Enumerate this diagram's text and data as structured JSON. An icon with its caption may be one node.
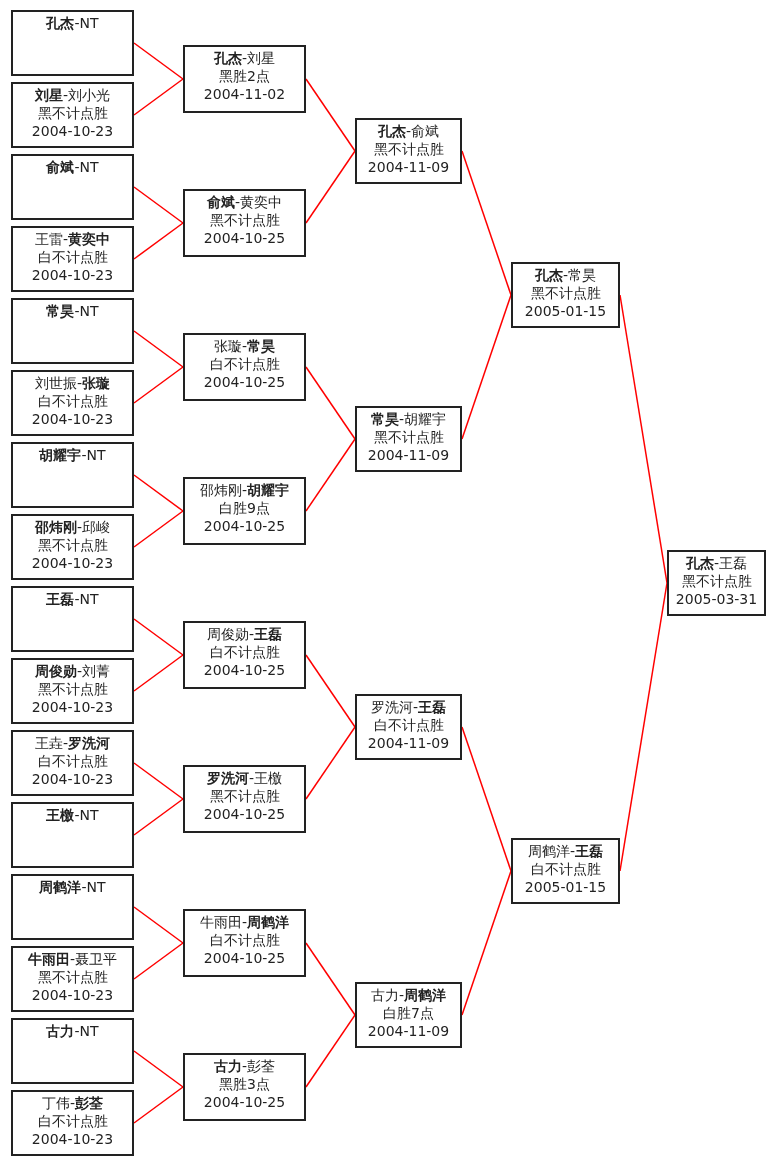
{
  "diagram": {
    "nodes": [
      {
        "text": [
          "**孔杰**-NT"
        ]
      },
      {
        "text": [
          "**刘星**-刘小光",
          "黑不计点胜",
          "2004-10-23"
        ]
      },
      {
        "text": [
          "**俞斌**-NT"
        ]
      },
      {
        "text": [
          "王雷-**黄奕中**",
          "白不计点胜",
          "2004-10-23"
        ]
      },
      {
        "text": [
          "**常昊**-NT"
        ]
      },
      {
        "text": [
          "刘世振-**张璇**",
          "白不计点胜",
          "2004-10-23"
        ]
      },
      {
        "text": [
          "**胡耀宇**-NT"
        ]
      },
      {
        "text": [
          "**邵炜刚**-邱峻",
          "黑不计点胜",
          "2004-10-23"
        ]
      },
      {
        "text": [
          "**王磊**-NT"
        ]
      },
      {
        "text": [
          "**周俊勋**-刘菁",
          "黑不计点胜",
          "2004-10-23"
        ]
      },
      {
        "text": [
          "王垚-**罗洗河**",
          "白不计点胜",
          "2004-10-23"
        ]
      },
      {
        "text": [
          "**王檄**-NT"
        ]
      },
      {
        "text": [
          "**周鹤洋**-NT"
        ]
      },
      {
        "text": [
          "**牛雨田**-聂卫平",
          "黑不计点胜",
          "2004-10-23"
        ]
      },
      {
        "text": [
          "**古力**-NT"
        ]
      },
      {
        "text": [
          "丁伟-**彭荃**",
          "白不计点胜",
          "2004-10-23"
        ]
      },
      {
        "text": [
          "**孔杰**-刘星",
          "黑胜2点",
          "2004-11-02"
        ]
      },
      {
        "text": [
          "**俞斌**-黄奕中",
          "黑不计点胜",
          "2004-10-25"
        ]
      },
      {
        "text": [
          "张璇-**常昊**",
          "白不计点胜",
          "2004-10-25"
        ]
      },
      {
        "text": [
          "邵炜刚-**胡耀宇**",
          "白胜9点",
          "2004-10-25"
        ]
      },
      {
        "text": [
          "周俊勋-**王磊**",
          "白不计点胜",
          "2004-10-25"
        ]
      },
      {
        "text": [
          "**罗洗河**-王檄",
          "黑不计点胜",
          "2004-10-25"
        ]
      },
      {
        "text": [
          "牛雨田-**周鹤洋**",
          "白不计点胜",
          "2004-10-25"
        ]
      },
      {
        "text": [
          "**古力**-彭荃",
          "黑胜3点",
          "2004-10-25"
        ]
      },
      {
        "text": [
          "**孔杰**-俞斌",
          "黑不计点胜",
          "2004-11-09"
        ]
      },
      {
        "text": [
          "**常昊**-胡耀宇",
          "黑不计点胜",
          "2004-11-09"
        ]
      },
      {
        "text": [
          "罗洗河-**王磊**",
          "白不计点胜",
          "2004-11-09"
        ]
      },
      {
        "text": [
          "古力-**周鹤洋**",
          "白胜7点",
          "2004-11-09"
        ]
      },
      {
        "text": [
          "**孔杰**-常昊",
          "黑不计点胜",
          "2005-01-15"
        ]
      },
      {
        "text": [
          "周鹤洋-**王磊**",
          "白不计点胜",
          "2005-01-15"
        ]
      },
      {
        "text": [
          "**孔杰**-王磊",
          "黑不计点胜",
          "2005-03-31"
        ]
      }
    ],
    "edges": [
      {
        "from": 0,
        "to": 16,
        "arrow": "none"
      },
      {
        "from": 1,
        "to": 16,
        "arrow": "none"
      },
      {
        "from": 2,
        "to": 17,
        "arrow": "none"
      },
      {
        "from": 3,
        "to": 17,
        "arrow": "none"
      },
      {
        "from": 4,
        "to": 18,
        "arrow": "none"
      },
      {
        "from": 5,
        "to": 18,
        "arrow": "none"
      },
      {
        "from": 6,
        "to": 19,
        "arrow": "none"
      },
      {
        "from": 7,
        "to": 19,
        "arrow": "none"
      },
      {
        "from": 8,
        "to": 20,
        "arrow": "none"
      },
      {
        "from": 9,
        "to": 20,
        "arrow": "none"
      },
      {
        "from": 10,
        "to": 21,
        "arrow": "none"
      },
      {
        "from": 11,
        "to": 21,
        "arrow": "none"
      },
      {
        "from": 12,
        "to": 22,
        "arrow": "none"
      },
      {
        "from": 13,
        "to": 22,
        "arrow": "none"
      },
      {
        "from": 14,
        "to": 23,
        "arrow": "none"
      },
      {
        "from": 15,
        "to": 23,
        "arrow": "none"
      },
      {
        "from": 16,
        "to": 24,
        "arrow": "none"
      },
      {
        "from": 17,
        "to": 24,
        "arrow": "none"
      },
      {
        "from": 18,
        "to": 25,
        "arrow": "none"
      },
      {
        "from": 19,
        "to": 25,
        "arrow": "none"
      },
      {
        "from": 20,
        "to": 26,
        "arrow": "none"
      },
      {
        "from": 21,
        "to": 26,
        "arrow": "none"
      },
      {
        "from": 22,
        "to": 27,
        "arrow": "none"
      },
      {
        "from": 23,
        "to": 27,
        "arrow": "none"
      },
      {
        "from": 24,
        "to": 28,
        "arrow": "none"
      },
      {
        "from": 25,
        "to": 28,
        "arrow": "none"
      },
      {
        "from": 26,
        "to": 29,
        "arrow": "none"
      },
      {
        "from": 27,
        "to": 29,
        "arrow": "none"
      },
      {
        "from": 28,
        "to": 30,
        "arrow": "none"
      },
      {
        "from": 29,
        "to": 30,
        "arrow": "none"
      }
    ]
  }
}
